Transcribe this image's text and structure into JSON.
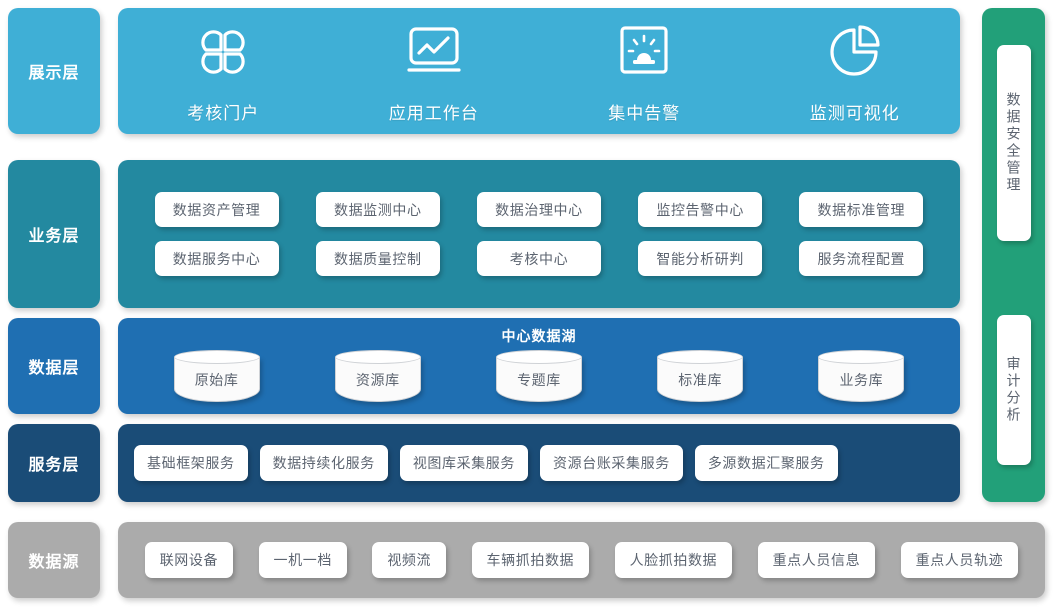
{
  "palette": {
    "presentation": "#3FAFD6",
    "business": "#2389A0",
    "data": "#1F6FB2",
    "service": "#1A4C77",
    "source": "#ABABAB",
    "side": "#22A079",
    "chip_text": "#5C6470",
    "chip_bg": "#FFFFFF",
    "page_bg": "#FFFFFF"
  },
  "layers": {
    "presentation": {
      "label": "展示层",
      "items": [
        {
          "icon": "four-petal-flower-icon",
          "label": "考核门户"
        },
        {
          "icon": "monitor-line-chart-icon",
          "label": "应用工作台"
        },
        {
          "icon": "alarm-siren-icon",
          "label": "集中告警"
        },
        {
          "icon": "pie-chart-icon",
          "label": "监测可视化"
        }
      ]
    },
    "business": {
      "label": "业务层",
      "rows": [
        [
          "数据资产管理",
          "数据监测中心",
          "数据治理中心",
          "监控告警中心",
          "数据标准管理"
        ],
        [
          "数据服务中心",
          "数据质量控制",
          "考核中心",
          "智能分析研判",
          "服务流程配置"
        ]
      ]
    },
    "data": {
      "label": "数据层",
      "title": "中心数据湖",
      "databases": [
        "原始库",
        "资源库",
        "专题库",
        "标准库",
        "业务库"
      ]
    },
    "service": {
      "label": "服务层",
      "items": [
        "基础框架服务",
        "数据持续化服务",
        "视图库采集服务",
        "资源台账采集服务",
        "多源数据汇聚服务"
      ]
    },
    "source": {
      "label": "数据源",
      "items": [
        "联网设备",
        "一机一档",
        "视频流",
        "车辆抓拍数据",
        "人脸抓拍数据",
        "重点人员信息",
        "重点人员轨迹"
      ]
    }
  },
  "side_panel": {
    "cards": [
      "数据安全管理",
      "审计分析"
    ]
  }
}
